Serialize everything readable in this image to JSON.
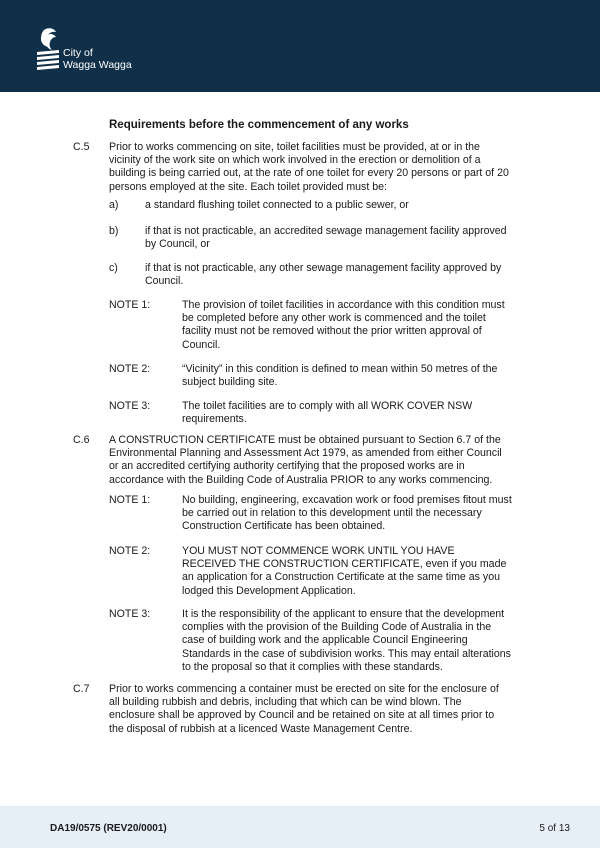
{
  "header": {
    "logo_line1": "City of",
    "logo_line2": "Wagga Wagga",
    "bg_color": "#10304a"
  },
  "heading": "Requirements before the commencement of any works",
  "clauses": [
    {
      "num": "C.5",
      "lines": [
        "Prior to works commencing on site, toilet facilities must be provided, at or in the",
        "vicinity of the work site on which work involved in the erection or demolition of a",
        "building is being carried out, at the rate of one toilet for every 20 persons or part of 20",
        "persons employed at the site. Each toilet provided must be:"
      ],
      "items": [
        {
          "label": "a)",
          "lines": [
            "a standard flushing toilet connected to a public sewer, or"
          ]
        },
        {
          "label": "b)",
          "lines": [
            "if that is not practicable, an accredited sewage management facility approved",
            "by Council, or"
          ]
        },
        {
          "label": "c)",
          "lines": [
            "if that is not practicable, any other sewage management facility approved by",
            "Council."
          ]
        }
      ],
      "notes": [
        {
          "label": "NOTE 1:",
          "lines": [
            "The provision of toilet facilities in accordance with this condition must",
            "be completed before any other work is commenced and the toilet",
            "facility must not be removed without the prior written approval of",
            "Council."
          ]
        },
        {
          "label": "NOTE 2:",
          "lines": [
            "“Vicinity” in this condition is defined to mean within 50 metres of the",
            "subject building site."
          ]
        },
        {
          "label": "NOTE 3:",
          "lines": [
            "The toilet facilities are to comply with all WORK COVER NSW",
            "requirements."
          ]
        }
      ]
    },
    {
      "num": "C.6",
      "lines": [
        "A CONSTRUCTION CERTIFICATE must be obtained pursuant to Section 6.7 of the",
        "Environmental Planning and Assessment Act 1979, as amended from either Council",
        "or an accredited certifying authority certifying that the proposed works are in",
        "accordance with the Building Code of Australia PRIOR to any works commencing."
      ],
      "notes": [
        {
          "label": "NOTE 1:",
          "lines": [
            "No building, engineering, excavation work or food premises fitout must",
            "be carried out in relation to this development until the necessary",
            "Construction Certificate has been obtained."
          ]
        },
        {
          "label": "NOTE 2:",
          "lines": [
            "YOU MUST NOT COMMENCE WORK UNTIL YOU HAVE",
            "RECEIVED THE CONSTRUCTION CERTIFICATE, even if you made",
            "an application for a Construction Certificate at the same time as you",
            "lodged this Development Application."
          ]
        },
        {
          "label": "NOTE 3:",
          "lines": [
            "It is the responsibility of the applicant to ensure that the development",
            "complies with the provision of the Building Code of Australia in the",
            "case of building work and the applicable Council Engineering",
            "Standards in the case of subdivision works. This may entail alterations",
            "to the proposal so that it complies with these standards."
          ]
        }
      ]
    },
    {
      "num": "C.7",
      "lines": [
        "Prior to works commencing a container must be erected on site for the enclosure of",
        "all building rubbish and debris, including that which can be wind blown. The",
        "enclosure shall be approved by Council and be retained on site at all times prior to",
        "the disposal of rubbish at a licenced Waste Management Centre."
      ]
    }
  ],
  "footer": {
    "ref": "DA19/0575 (REV20/0001)",
    "page": "5 of 13"
  }
}
